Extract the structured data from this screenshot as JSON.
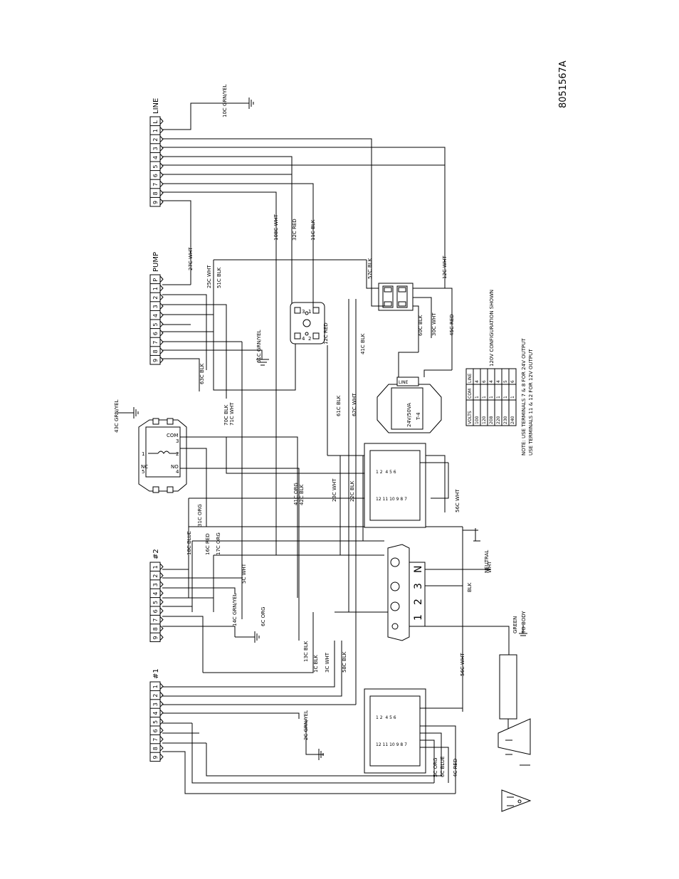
{
  "drawing_number": "8051567A",
  "line_block": {
    "title": "LINE",
    "terminals": [
      "L",
      "1",
      "2",
      "3",
      "4",
      "5",
      "6",
      "7",
      "8",
      "9"
    ]
  },
  "pump_block": {
    "title": "PUMP",
    "terminals": [
      "P",
      "1",
      "2",
      "3",
      "4",
      "5",
      "6",
      "7",
      "8",
      "9"
    ]
  },
  "block2": {
    "title": "#2",
    "terminals": [
      "1",
      "2",
      "3",
      "4",
      "5",
      "6",
      "7",
      "8",
      "9"
    ]
  },
  "block1": {
    "title": "#1",
    "terminals": [
      "1",
      "2",
      "3",
      "4",
      "5",
      "6",
      "7",
      "8",
      "9"
    ]
  },
  "relay": {
    "com": "COM",
    "no": "NO",
    "nc": "NC",
    "t3": "3",
    "t4": "4",
    "t5": "5",
    "t1": "1",
    "t2": "2"
  },
  "transformer": {
    "label": "T-4",
    "rating": "24V/50VA",
    "line": "LINE"
  },
  "receptacle": {
    "n": "N",
    "t3": "3",
    "t2": "2",
    "t1": "1"
  },
  "wire_labels": {
    "w10c": "10C GRN/YEL",
    "w27c": "27C WHT",
    "w25c": "25C WHT",
    "w51c": "51C BLK",
    "w108c": "108C WHT",
    "w32c": "32C RED",
    "w11c": "11C BLK",
    "w57c": "57C BLK",
    "w12c": "12C WHT",
    "w60c": "60C BLK",
    "w30c": "30C WHT",
    "w45c": "45C RED",
    "w12cr": "12C RED",
    "w41c": "41C BLK",
    "w61c_gy": "61C GRN/YEL",
    "w63c": "63C BLK",
    "w61c": "61C BLK",
    "w62c": "62C WHT",
    "w70c": "70C BLK",
    "w71c": "71C WHT",
    "w43c": "43C GRN/YEL",
    "w41co": "41C ORG",
    "w42c": "42C BLK",
    "w23c": "23C WHT",
    "w22c": "22C BLK",
    "w56c": "56C WHT",
    "w31c": "31C ORG",
    "w18c": "18C BLUE",
    "w16c": "16C RED",
    "w17c": "17C ORG",
    "w5c": "5C WHT",
    "w14c": "14C GRN/YEL",
    "w6c": "6C ORG",
    "w13c": "13C BLK",
    "w1c": "1C BLK",
    "w3c": "3C WHT",
    "w58c": "58C BLK",
    "w56c2": "56C WHT",
    "w2c": "2C GRN/YEL",
    "w5co": "5C ORG",
    "w6cb": "6C BLUE",
    "w4c": "4C RED",
    "blk": "BLK",
    "neutral": "NEUTRAL",
    "wht": "WHT",
    "green": "GREEN",
    "body": "TO BODY"
  },
  "config_note": "120V CONFIGURATION SHOWN",
  "volts_table": {
    "headers": [
      "VOLTS",
      "COM",
      "LINE"
    ],
    "rows": [
      [
        "100",
        "1",
        "4"
      ],
      [
        "120",
        "1",
        "6"
      ],
      [
        "208",
        "1",
        "4"
      ],
      [
        "220",
        "1",
        "4"
      ],
      [
        "230",
        "1",
        "5"
      ],
      [
        "240",
        "1",
        "6"
      ]
    ]
  },
  "notes": [
    "NOTE: USE TERMINALS 7 & 8 FOR 24V OUTPUT",
    "USE TERMINALS 11 & 12 FOR 12V OUTPUT"
  ]
}
